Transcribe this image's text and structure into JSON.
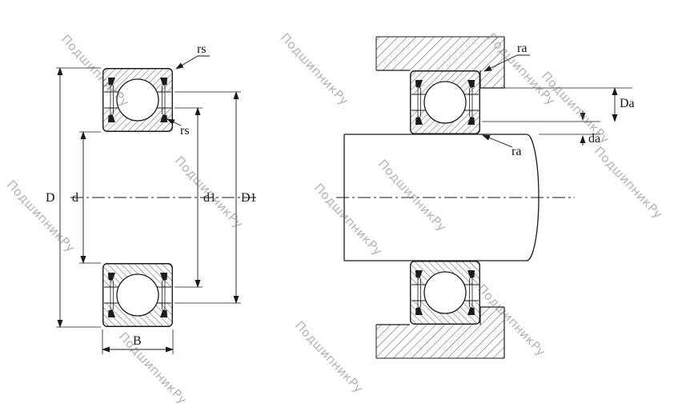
{
  "watermark": {
    "text": "ПодшипникРу"
  },
  "labels": {
    "rs_top": "rs",
    "rs_mid": "rs",
    "D": "D",
    "d": "d",
    "d1": "d1",
    "D1": "D1",
    "B": "B",
    "ra_top": "ra",
    "ra_bottom": "ra",
    "Da": "Da",
    "da": "da"
  },
  "colors": {
    "line": "#1a1a1a",
    "hatch": "#3a3a3a",
    "watermark": "#737373",
    "background": "#ffffff"
  }
}
